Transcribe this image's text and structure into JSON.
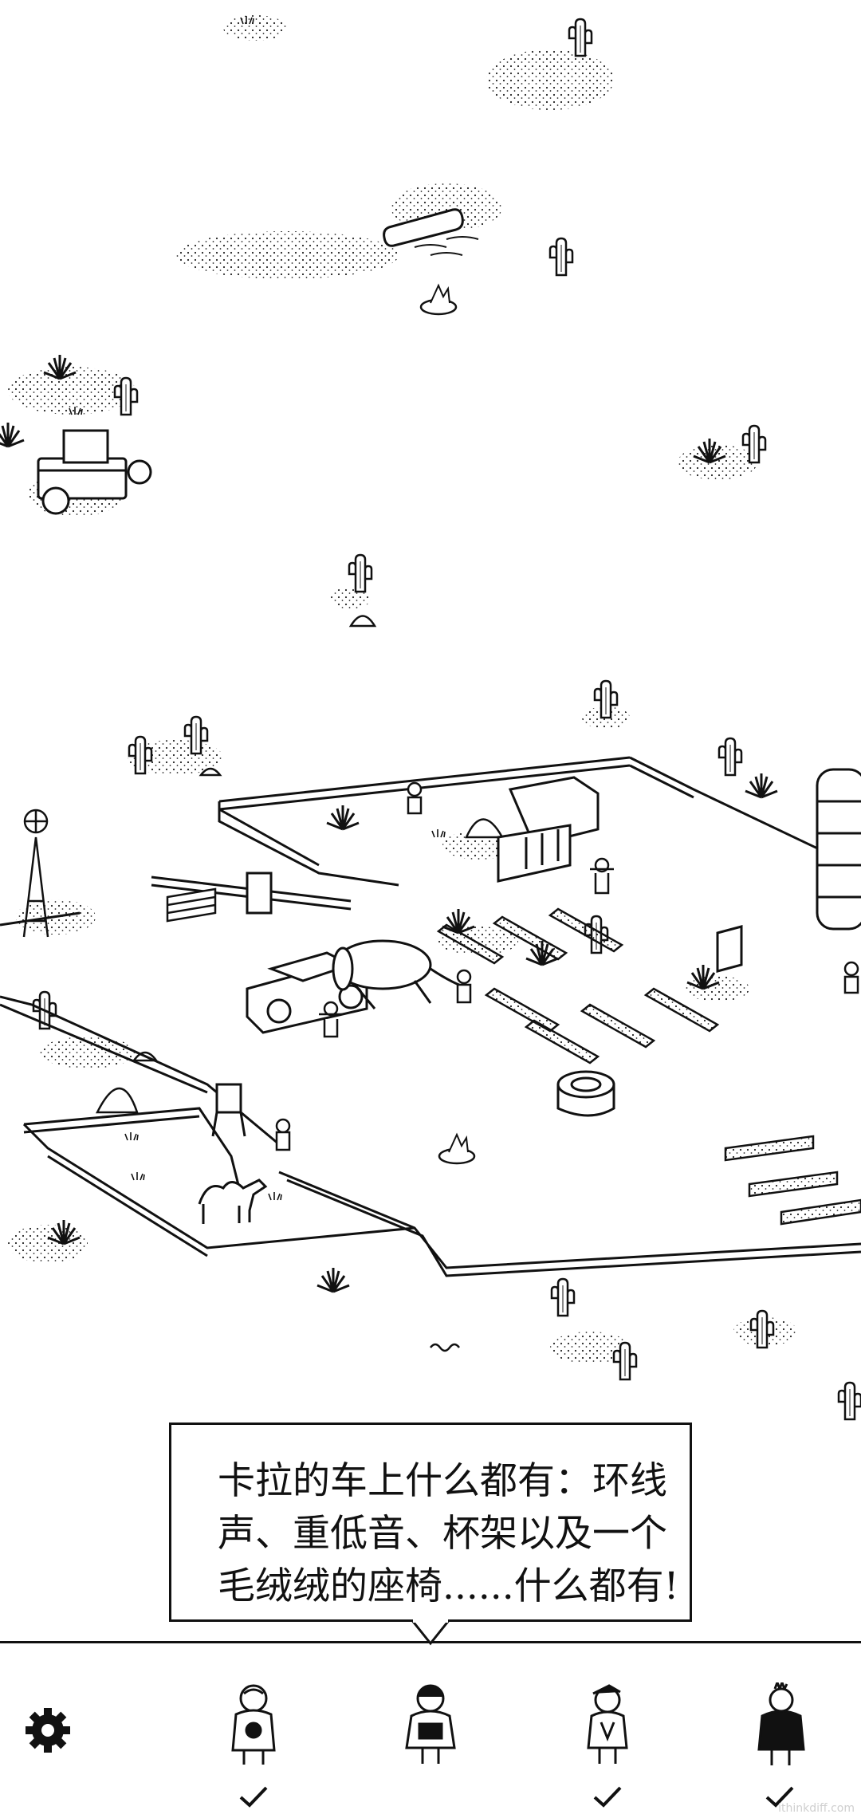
{
  "dialogue": {
    "lines": [
      "卡拉的车上什么都有：环线",
      "声、重低音、杯架以及一个",
      "毛绒绒的座椅......什么都有!"
    ]
  },
  "characters": [
    {
      "id": "character-1",
      "found": true
    },
    {
      "id": "character-2",
      "found": false,
      "speaking": true
    },
    {
      "id": "character-3",
      "found": true
    },
    {
      "id": "character-4",
      "found": true
    }
  ],
  "icons": {
    "settings": "gear-icon",
    "check": "checkmark-icon"
  },
  "watermark": "ithinkdiff.com",
  "colors": {
    "ink": "#111111",
    "paper": "#ffffff"
  }
}
